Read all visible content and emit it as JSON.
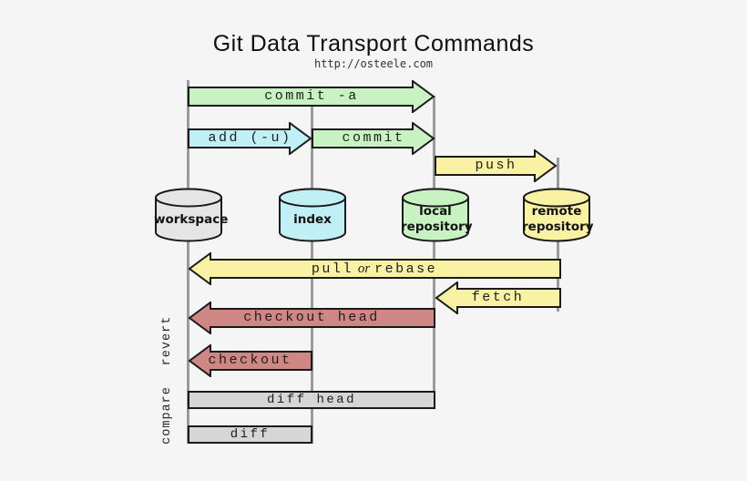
{
  "title": "Git Data Transport Commands",
  "subtitle": "http://osteele.com",
  "nodes": [
    {
      "id": "workspace",
      "lines": [
        "workspace"
      ]
    },
    {
      "id": "index",
      "lines": [
        "index"
      ]
    },
    {
      "id": "local-repository",
      "lines": [
        "local",
        "repository"
      ]
    },
    {
      "id": "remote-repository",
      "lines": [
        "remote",
        "repository"
      ]
    }
  ],
  "arrows": {
    "commit_a": "commit -a",
    "add": "add (-u)",
    "commit": "commit",
    "push": "push",
    "pull": {
      "pre": "pull",
      "conj": "or",
      "post": "rebase"
    },
    "fetch": "fetch",
    "checkout_head": "checkout head",
    "checkout": "checkout",
    "diff_head": "diff head",
    "diff": "diff"
  },
  "side_labels": {
    "revert": "revert",
    "compare": "compare"
  },
  "colors": {
    "bg": "#f5f5f5",
    "outline": "#1a1a1a",
    "green": "#c9f2c2",
    "cyan": "#c0f0f6",
    "yellow": "#f9f2a3",
    "red": "#cf8784",
    "bar-gray": "#d6d6d6",
    "cyl-gray": "#e5e5e5",
    "line-gray": "#9b9b9b",
    "ink": "#1d1d1d"
  }
}
